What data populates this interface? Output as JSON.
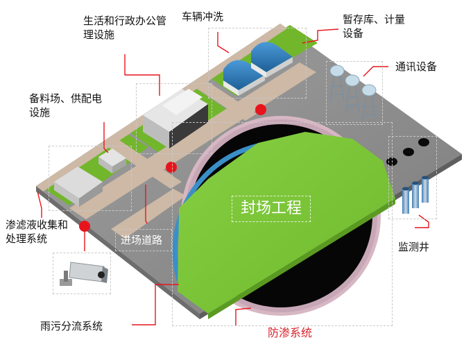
{
  "labels": {
    "admin": "生活和行政办公管理设施",
    "wash": "车辆冲洗",
    "storage": "暂存库、计量设备",
    "comm": "通讯设备",
    "material": "备料场、供配电设施",
    "leachate": "渗滤液收集和处理系统",
    "landfill": "封场工程",
    "road": "进场道路",
    "monitor": "监测井",
    "rain": "雨污分流系统",
    "seepage": "防渗系统"
  },
  "colors": {
    "grass": "#72b62c",
    "field": "#7bc83a",
    "platform": "#8f8f8f",
    "road": "#cdb9a6",
    "liner": "#3a8fc8",
    "pit": "#060606",
    "marker": "#e8141c",
    "leader": "#e8141c",
    "seepage_text": "#d8232a"
  },
  "icons": [
    "camera-icon",
    "tower-icon",
    "monitoring-well-icon",
    "warehouse-icon",
    "building-icon"
  ]
}
